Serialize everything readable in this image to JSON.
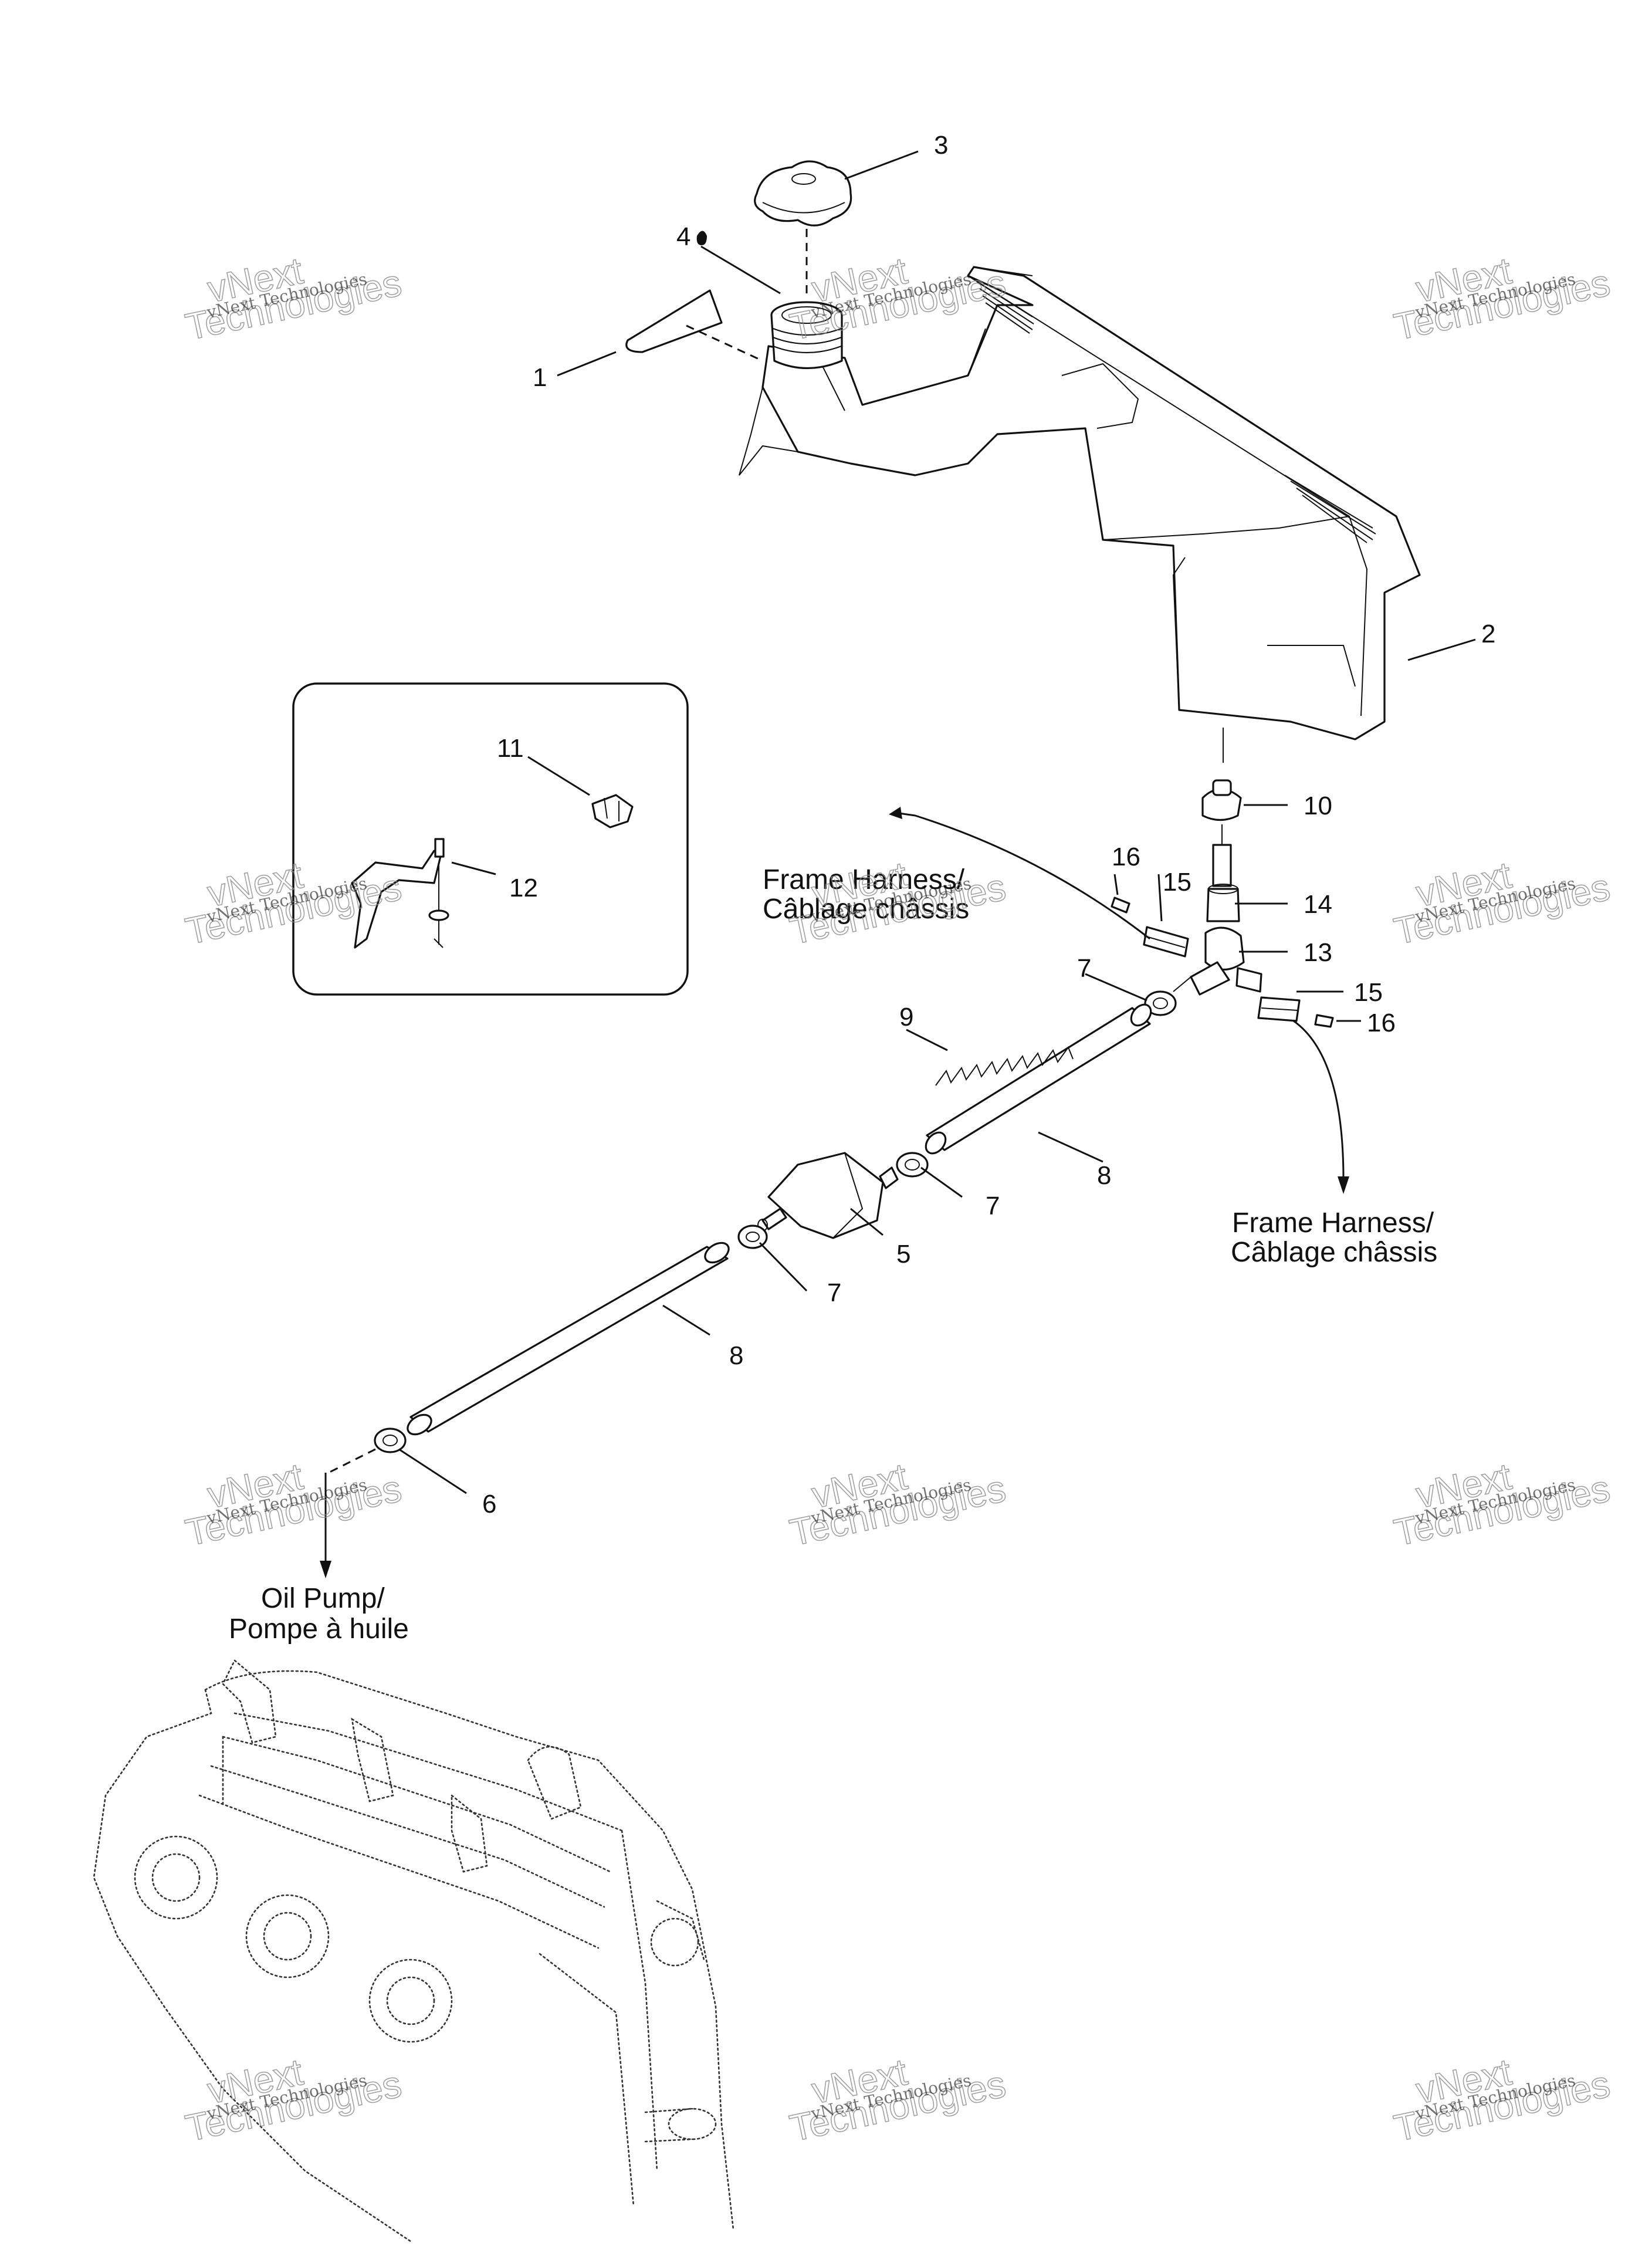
{
  "callouts": {
    "c1": "1",
    "c2": "2",
    "c3": "3",
    "c4": "4",
    "c5": "5",
    "c6": "6",
    "c7a": "7",
    "c7b": "7",
    "c7c": "7",
    "c8a": "8",
    "c8b": "8",
    "c9": "9",
    "c10": "10",
    "c11": "11",
    "c12": "12",
    "c13": "13",
    "c14": "14",
    "c15a": "15",
    "c15b": "15",
    "c16a": "16",
    "c16b": "16"
  },
  "notes": {
    "frame_harness_left": [
      "Frame Harness/",
      "Câblage châssis"
    ],
    "frame_harness_right": [
      "Frame Harness/",
      "Câblage châssis"
    ],
    "oil_pump": [
      "Oil Pump/",
      "Pompe à huile"
    ]
  },
  "watermark": {
    "line1": "vNext Technologies",
    "line2": "vNext",
    "line3": "Technologies"
  }
}
